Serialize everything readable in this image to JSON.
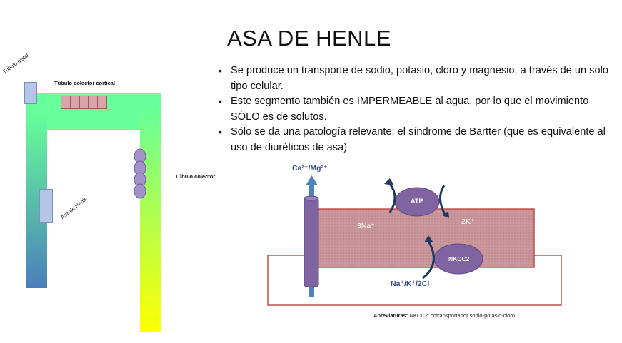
{
  "slide": {
    "title": "ASA DE HENLE",
    "bullets": [
      "Se produce un transporte de sodio, potasio, cloro y magnesio, a través de un solo tipo celular.",
      "Este segmento también es IMPERMEABLE al agua, por lo que el movimiento SÓLO es de solutos.",
      "Sólo se da una patología relevante: el síndrome de Bartter (que es equivalente al uso de diuréticos de asa)"
    ]
  },
  "nephron": {
    "distal_label": "Túbulo distal",
    "cortical_label": "Túbulo colector cortical",
    "collector_label": "Túbulo colector",
    "henle_label": "Asa de Henle"
  },
  "cell": {
    "channel_label": "Ca²⁺/Mg²⁺",
    "pump_label": "ATP",
    "pump_in_label": "3Na⁺",
    "pump_out_label": "2K⁺",
    "cotransporter_label": "NKCC2",
    "cotransporter_ions_label": "Na⁺/K⁺/2Cl⁻"
  },
  "footnote": {
    "prefix": "Abreviaturas:",
    "text": " NKCC2: cotransportador sodio-potasio-cloro"
  },
  "colors": {
    "cell_fill": "#c9959a",
    "cell_border": "#c0504d",
    "protein_fill": "#8064a2",
    "arrow_fill": "#4f81bd",
    "tubule_top": "#66ff99",
    "tubule_left_bottom": "#4a7ebb",
    "tubule_right_bottom": "#ffff00"
  }
}
